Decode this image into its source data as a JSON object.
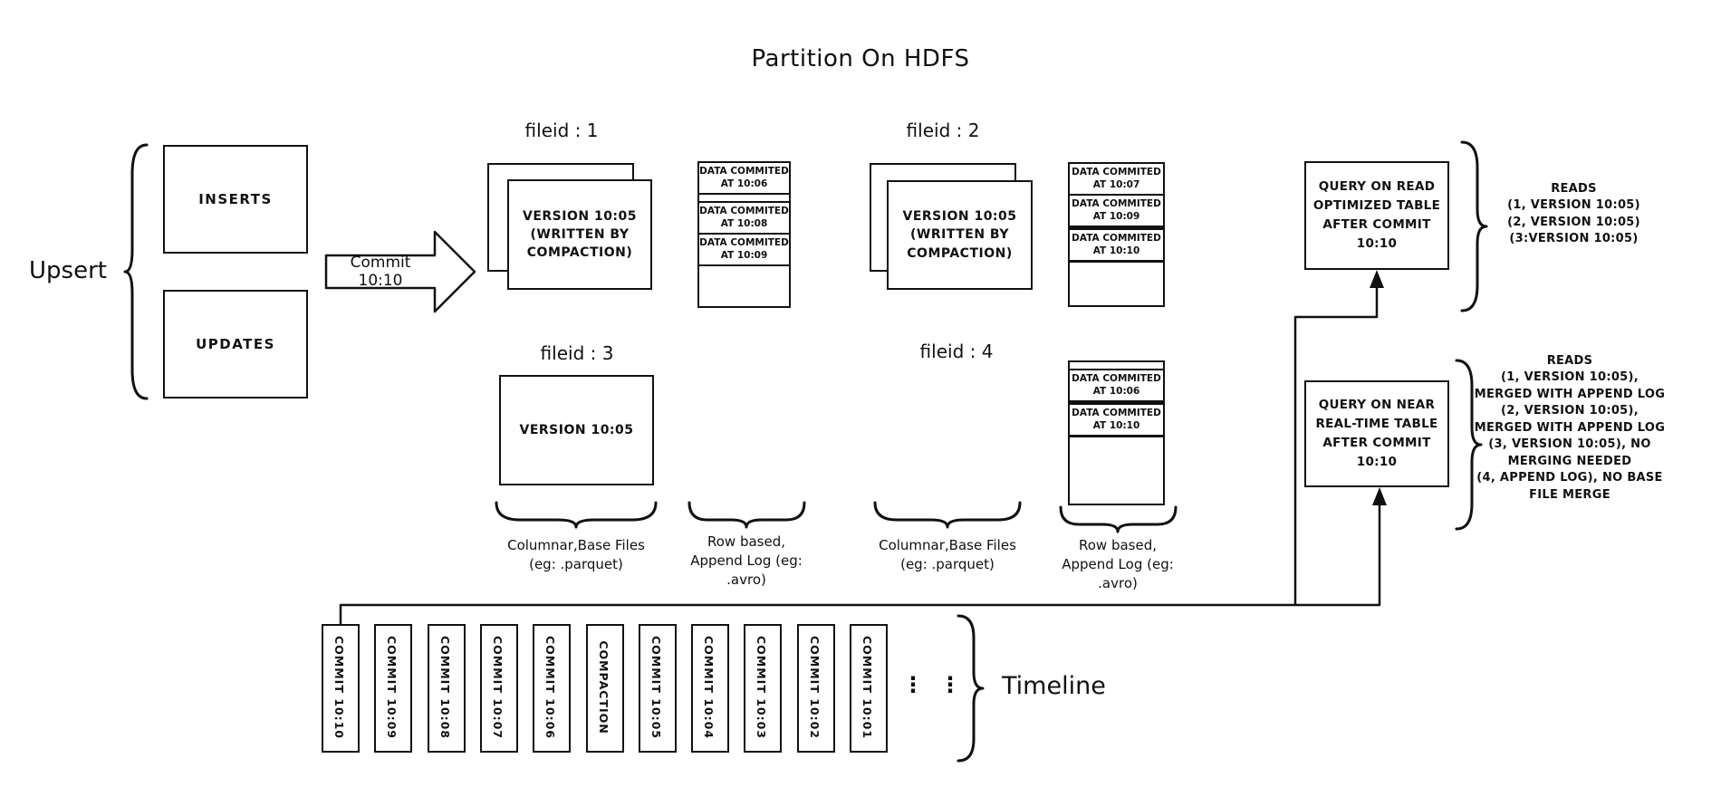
{
  "title": "Partition On HDFS",
  "colors": {
    "ink": "#111111",
    "background": "#ffffff"
  },
  "upsert": {
    "label": "Upsert",
    "inserts_box": "INSERTS",
    "updates_box": "UPDATES",
    "commit_arrow_label": "Commit 10:10"
  },
  "file_groups": [
    {
      "id_label": "fileid : 1",
      "base_file": "VERSION 10:05\n(WRITTEN BY\nCOMPACTION)"
    },
    {
      "id_label": "fileid : 2",
      "base_file": "VERSION 10:05\n(WRITTEN BY\nCOMPACTION)"
    },
    {
      "id_label": "fileid : 3",
      "base_file": "VERSION 10:05"
    },
    {
      "id_label": "fileid : 4"
    }
  ],
  "log_tables": [
    {
      "rows": [
        "DATA COMMITED\nAT 10:06",
        "DATA COMMITED\nAT 10:08",
        "DATA COMMITED\nAT 10:09"
      ]
    },
    {
      "rows": [
        "DATA COMMITED\nAT 10:07",
        "DATA COMMITED\nAT 10:09",
        "DATA COMMITED\nAT 10:10"
      ]
    },
    {
      "rows": [
        "DATA COMMITED\nAT 10:06",
        "DATA COMMITED\nAT 10:10"
      ]
    }
  ],
  "storage_labels": {
    "columnar_1": "Columnar,Base Files\n(eg: .parquet)",
    "row_based_1": "Row based,\nAppend Log  (eg:\n.avro)",
    "columnar_2": "Columnar,Base Files\n(eg: .parquet)",
    "row_based_2": "Row based,\nAppend Log  (eg:\n.avro)"
  },
  "queries": [
    {
      "box": "QUERY ON READ\nOPTIMIZED TABLE\nAFTER COMMIT\n10:10",
      "reads": "READS\n(1, VERSION 10:05)\n(2, VERSION 10:05)\n(3:VERSION 10:05)"
    },
    {
      "box": "QUERY ON NEAR\nREAL-TIME TABLE\nAFTER COMMIT\n10:10",
      "reads": "READS\n(1, VERSION 10:05),\nMERGED WITH APPEND LOG\n(2, VERSION 10:05),\nMERGED WITH APPEND LOG\n(3, VERSION 10:05), NO\nMERGING NEEDED\n(4, APPEND LOG), NO BASE\nFILE MERGE"
    }
  ],
  "timeline": {
    "label": "Timeline",
    "entries": [
      "COMMIT 10:10",
      "COMMIT 10:09",
      "COMMIT 10:08",
      "COMMIT 10:07",
      "COMMIT 10:06",
      "COMPACTION",
      "COMMIT 10:05",
      "COMMIT 10:04",
      "COMMIT 10:03",
      "COMMIT 10:02",
      "COMMIT 10:01"
    ],
    "ellipsis": "⋮"
  }
}
